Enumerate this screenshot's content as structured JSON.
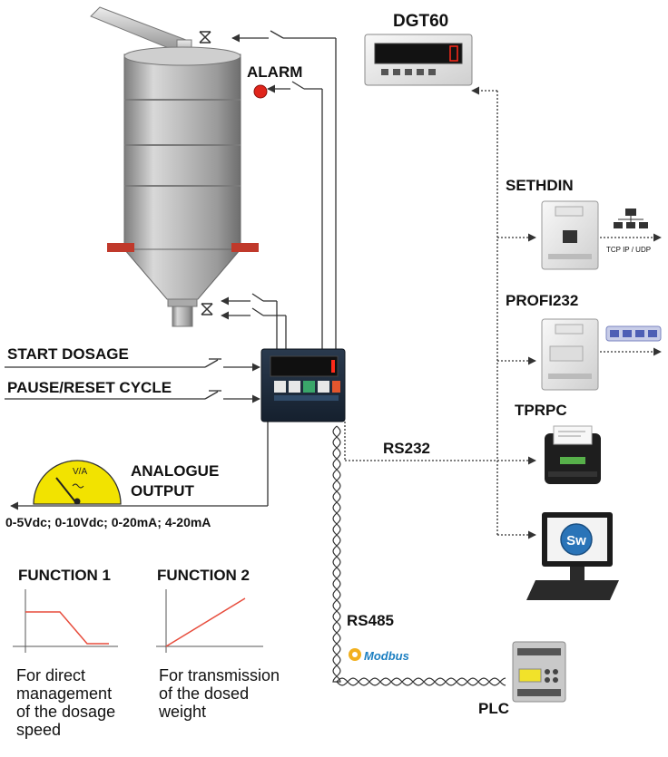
{
  "labels": {
    "dgt60": "DGT60",
    "alarm": "ALARM",
    "sethdin": "SETHDIN",
    "tcp_ip": "TCP IP / UDP",
    "profi232": "PROFI232",
    "tprpc": "TPRPC",
    "start_dosage": "START DOSAGE",
    "pause_reset": "PAUSE/RESET CYCLE",
    "rs232": "RS232",
    "rs485": "RS485",
    "modbus": "Modbus",
    "plc": "PLC",
    "analogue_output_1": "ANALOGUE",
    "analogue_output_2": "OUTPUT",
    "analogue_range": "0-5Vdc; 0-10Vdc; 0-20mA; 4-20mA",
    "gauge_unit": "V/A",
    "software_badge": "Sw"
  },
  "functions": [
    {
      "title": "FUNCTION 1",
      "desc": [
        "For direct",
        "management",
        "of the dosage",
        "speed"
      ]
    },
    {
      "title": "FUNCTION 2",
      "desc": [
        "For transmission",
        "of the dosed",
        "weight"
      ]
    }
  ],
  "colors": {
    "accent_red": "#e74c3c",
    "gauge_yellow": "#f2e300",
    "modbus_blue": "#1c7fc1",
    "display_red": "#ff2a1a"
  }
}
